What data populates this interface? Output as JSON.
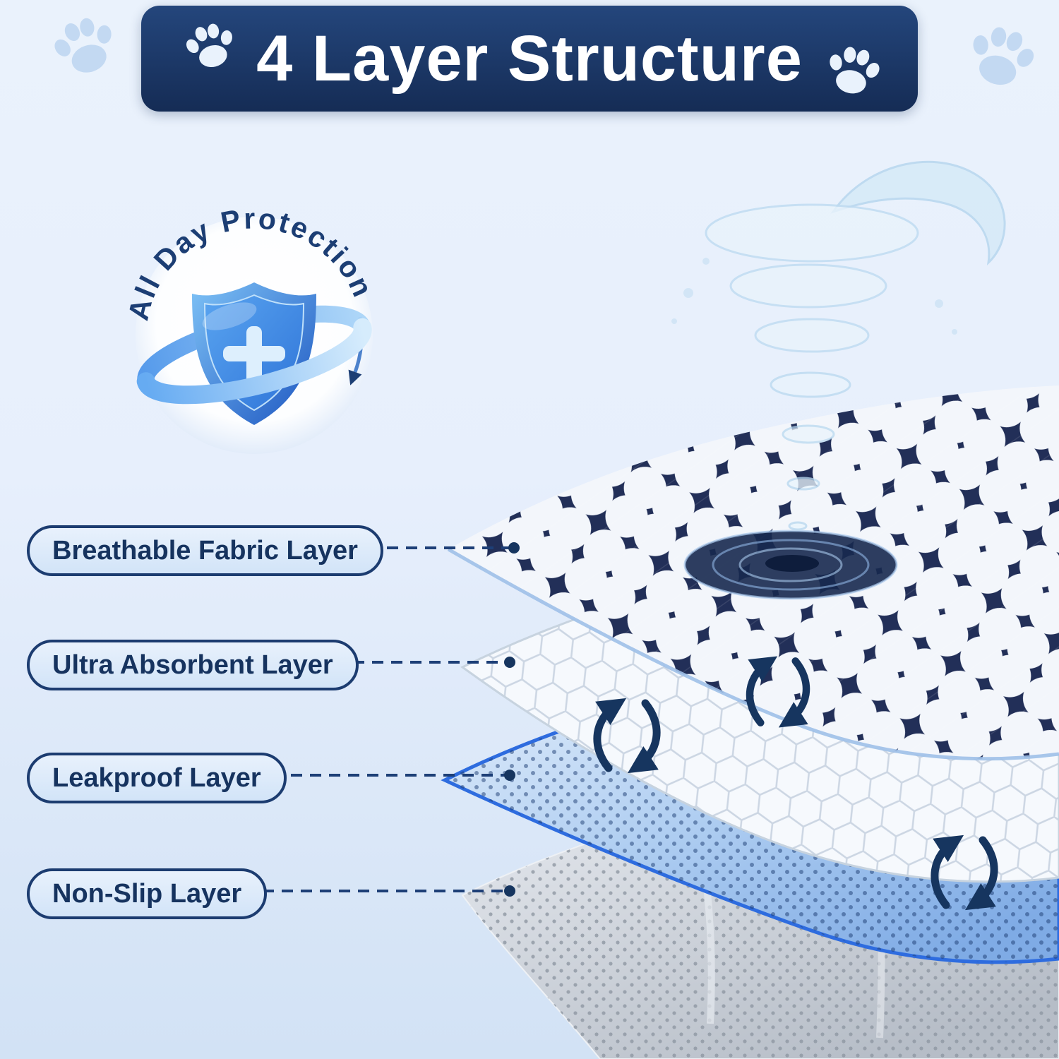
{
  "header": {
    "title": "4 Layer Structure"
  },
  "badge": {
    "text": "All Day Protection"
  },
  "layers": [
    {
      "label": "Breathable Fabric Layer"
    },
    {
      "label": "Ultra Absorbent Layer"
    },
    {
      "label": "Leakproof Layer"
    },
    {
      "label": "Non-Slip Layer"
    }
  ],
  "icons": {
    "paw": "paw-print",
    "shield": "shield-with-cross",
    "circulation": "curved-rotation-arrows",
    "splash": "water-splash-tornado"
  },
  "colors": {
    "banner_bg": "#16305c",
    "title_text": "#ffffff",
    "label_text": "#16335f",
    "label_border": "#1c3c70",
    "label_bg": "#dce9f9",
    "fabric_navy": "#222f58",
    "absorbent_white": "#f6f9fd",
    "leakproof_blue": "#8ab4e9",
    "leakproof_edge": "#2e6cdf",
    "nonslip_gray": "#c2c8d1",
    "background": "#e3edfa"
  }
}
